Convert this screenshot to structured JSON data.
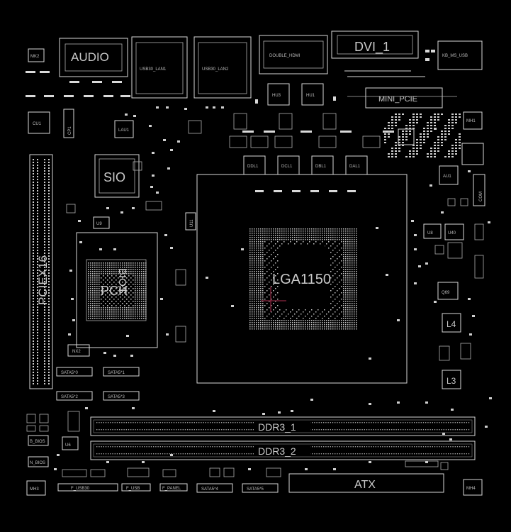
{
  "components": {
    "mk2": "MK2",
    "audio": "AUDIO",
    "usb30_lan1": "USB30_LAN1",
    "usb30_lan2": "USB30_LAN2",
    "double_hdmi": "DOUBLE_HDMI",
    "dvi": "DVI_1",
    "kb_ms_usb": "KB_MS_USB",
    "hu3": "HU3",
    "hu1": "HU1",
    "mini_pcie": "MINI_PCIE",
    "cu1": "CU1",
    "cp1": "CP1",
    "lau1": "LAU1",
    "mh1": "MH1",
    "sio": "SIO",
    "ddl1": "DDL1",
    "dcl1": "DCL1",
    "dbl1": "DBL1",
    "dal1": "DAL1",
    "au1": "AU1",
    "com": "COM",
    "u9": "U9",
    "u11": "U11",
    "pciex16": "PCIEX16",
    "pch": "PCH",
    "pch_bios": "BIOS",
    "lga": "LGA1150",
    "u8": "U8",
    "u40": "U40",
    "q69": "Q69",
    "l4": "L4",
    "l3": "L3",
    "nx2": "NX2",
    "sata0": "SATA5*0",
    "sata1": "SATA5*1",
    "sata2": "SATA5*2",
    "sata3": "SATA5*3",
    "ddr3_1": "DDR3_1",
    "ddr3_2": "DDR3_2",
    "u6": "U6",
    "b_bios": "B_BIOS",
    "n_bios": "N_BIOS",
    "mh3": "MH3",
    "f_usb30": "F_USB30",
    "f_usb": "F_USB",
    "f_panel": "F_PANEL",
    "sata4": "SATA5*4",
    "sata5": "SATA5*5",
    "atx": "ATX",
    "mh4": "MH4"
  }
}
